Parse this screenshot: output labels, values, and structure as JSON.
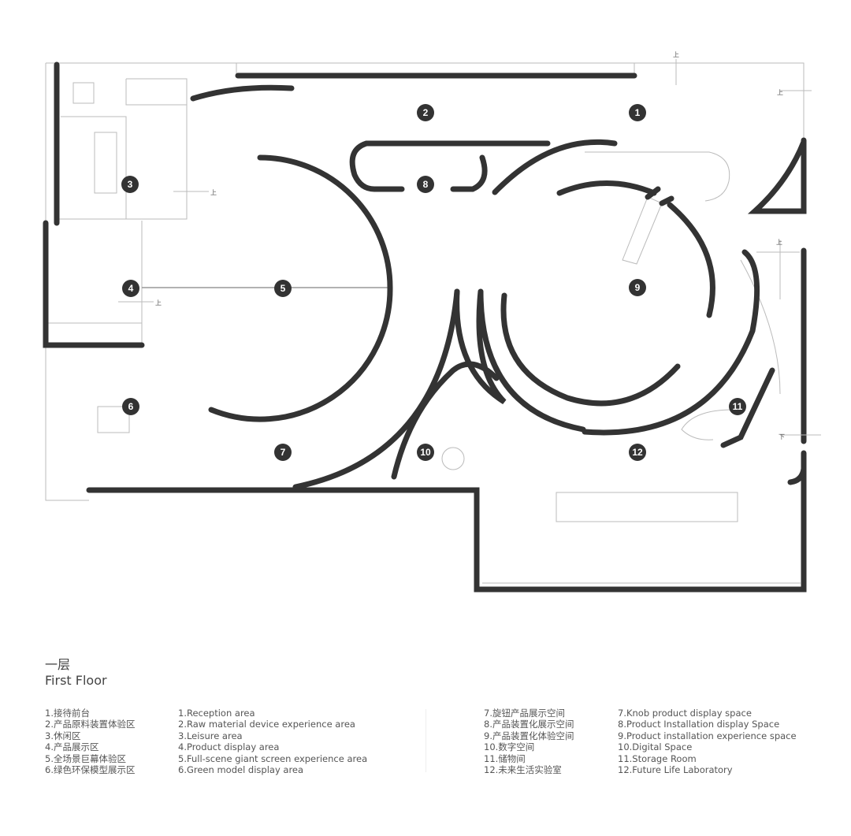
{
  "plan": {
    "markers": [
      "1",
      "2",
      "3",
      "4",
      "5",
      "6",
      "7",
      "8",
      "9",
      "10",
      "11",
      "12"
    ],
    "stair_up": "上",
    "stair_down": "下"
  },
  "legend": {
    "title_cn": "一层",
    "title_en": "First Floor",
    "cn_left": [
      "1.接待前台",
      "2.产品原料装置体验区",
      "3.休闲区",
      "4.产品展示区",
      "5.全场景巨幕体验区",
      "6.绿色环保模型展示区"
    ],
    "en_left": [
      "1.Reception area",
      "2.Raw material device experience area",
      "3.Leisure area",
      "4.Product display area",
      "5.Full-scene giant screen experience area",
      "6.Green model display area"
    ],
    "cn_right": [
      "7.旋钮产品展示空间",
      "8.产品装置化展示空间",
      "9.产品装置化体验空间",
      "10.数字空间",
      "11.储物间",
      "12.未来生活实验室"
    ],
    "en_right": [
      "7.Knob product display space",
      "8.Product Installation display Space",
      "9.Product installation experience space",
      "10.Digital Space",
      "11.Storage Room",
      "12.Future Life Laboratory"
    ]
  }
}
